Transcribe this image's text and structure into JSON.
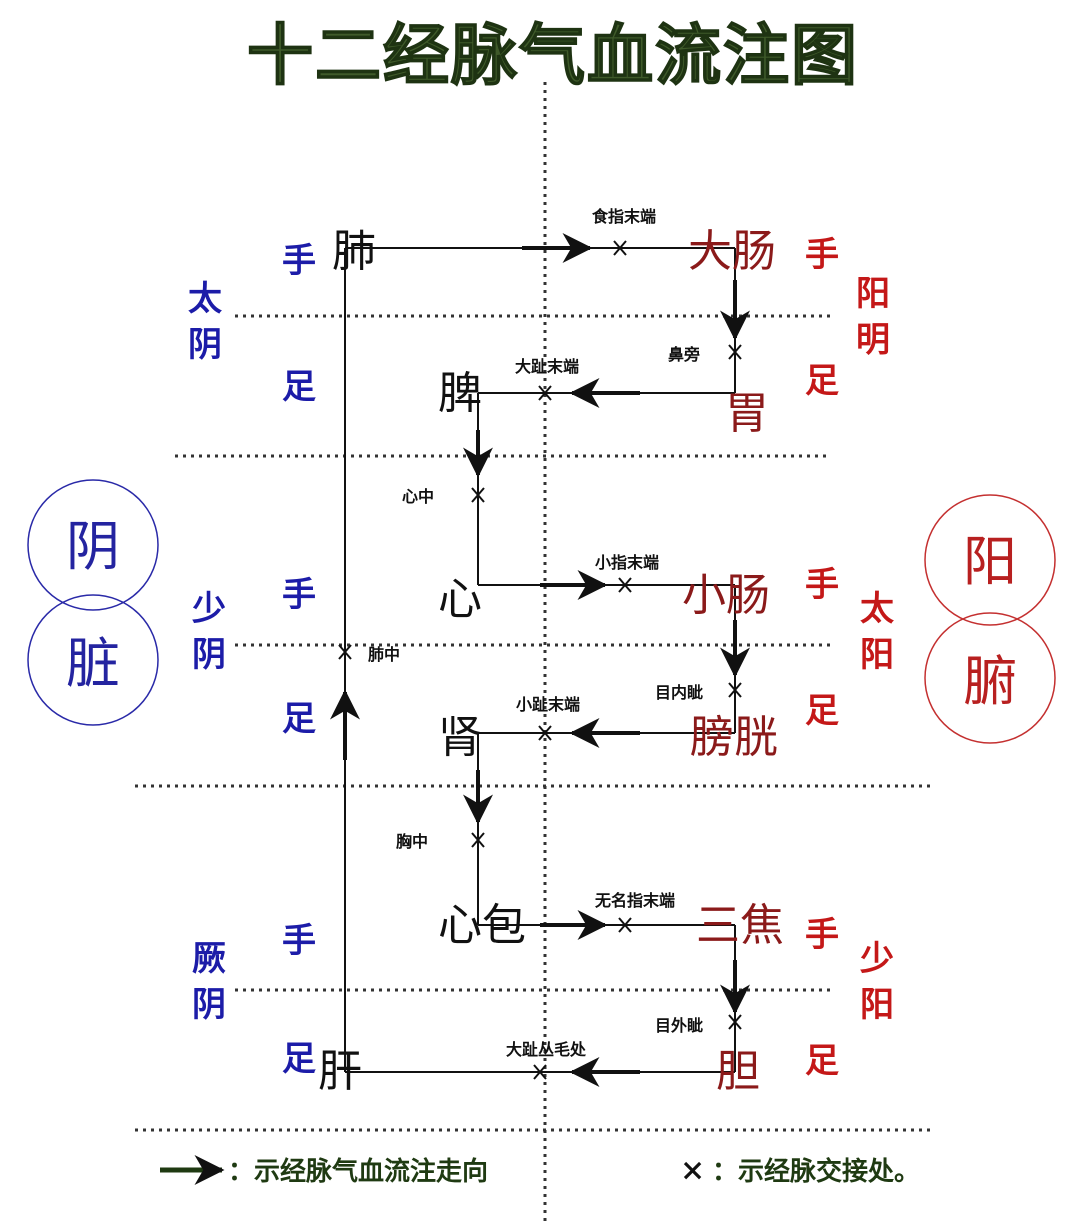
{
  "title": "十二经脉气血流注图",
  "left_circles": [
    "阴",
    "脏"
  ],
  "right_circles": [
    "阳",
    "腑"
  ],
  "left_groups": [
    {
      "name": "太阴",
      "hand": "手",
      "foot": "足"
    },
    {
      "name": "少阴",
      "hand": "手",
      "foot": "足"
    },
    {
      "name": "厥阴",
      "hand": "手",
      "foot": "足"
    }
  ],
  "right_groups": [
    {
      "name": "阳明",
      "hand": "手",
      "foot": "足"
    },
    {
      "name": "太阳",
      "hand": "手",
      "foot": "足"
    },
    {
      "name": "少阳",
      "hand": "手",
      "foot": "足"
    }
  ],
  "organs": {
    "lung": "肺",
    "large_intestine": "大肠",
    "stomach": "胃",
    "spleen": "脾",
    "heart": "心",
    "small_intestine": "小肠",
    "bladder": "膀胱",
    "kidney": "肾",
    "pericardium": "心包",
    "sanjiao": "三焦",
    "gallbladder": "胆",
    "liver": "肝"
  },
  "junctions": {
    "index_finger_tip": "食指末端",
    "beside_nose": "鼻旁",
    "big_toe_tip": "大趾末端",
    "heart_center": "心中",
    "little_finger_tip": "小指末端",
    "inner_canthus": "目内眦",
    "little_toe_tip": "小趾末端",
    "chest_center": "胸中",
    "ring_finger_tip": "无名指末端",
    "outer_canthus": "目外眦",
    "big_toe_hair": "大趾丛毛处",
    "lung_center": "肺中"
  },
  "legend": {
    "arrow_text": "：示经脉气血流注走向",
    "cross_symbol": "×",
    "cross_text": "：示经脉交接处。"
  }
}
